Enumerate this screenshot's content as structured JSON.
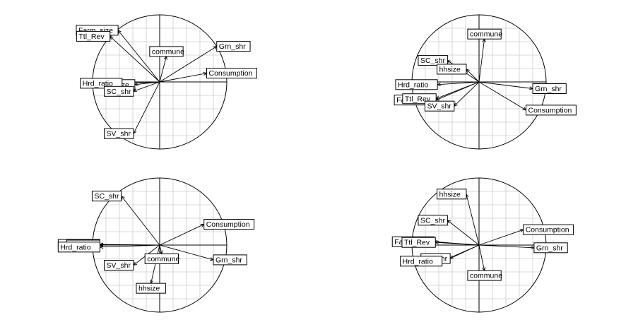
{
  "chart_data": [
    {
      "type": "scatter",
      "variables": [
        {
          "label": "Farm_size",
          "x": -0.62,
          "y": 0.77
        },
        {
          "label": "Ttl_Rev",
          "x": -0.74,
          "y": 0.68
        },
        {
          "label": "commune",
          "x": 0.1,
          "y": 0.38
        },
        {
          "label": "Grn_shr",
          "x": 0.85,
          "y": 0.53
        },
        {
          "label": "Consumption",
          "x": 0.7,
          "y": 0.13
        },
        {
          "label": "hhsize",
          "x": -0.37,
          "y": -0.04
        },
        {
          "label": "Hrd_ratio",
          "x": -0.56,
          "y": -0.02
        },
        {
          "label": "SC_shr",
          "x": -0.39,
          "y": -0.14
        },
        {
          "label": "SV_shr",
          "x": -0.39,
          "y": -0.77
        }
      ]
    },
    {
      "type": "scatter",
      "variables": [
        {
          "label": "commune",
          "x": 0.08,
          "y": 0.64
        },
        {
          "label": "SC_shr",
          "x": -0.47,
          "y": 0.32
        },
        {
          "label": "hhsize",
          "x": -0.19,
          "y": 0.19
        },
        {
          "label": "Hrd_ratio",
          "x": -0.62,
          "y": -0.04
        },
        {
          "label": "Farm_size",
          "x": -0.64,
          "y": -0.27
        },
        {
          "label": "Ttl_Rev",
          "x": -0.64,
          "y": -0.25
        },
        {
          "label": "SV_shr",
          "x": -0.37,
          "y": -0.36
        },
        {
          "label": "Grn_shr",
          "x": 0.8,
          "y": -0.1
        },
        {
          "label": "Consumption",
          "x": 0.7,
          "y": -0.42
        }
      ]
    },
    {
      "type": "scatter",
      "variables": [
        {
          "label": "SC_shr",
          "x": -0.57,
          "y": 0.73
        },
        {
          "label": "Consumption",
          "x": 0.66,
          "y": 0.31
        },
        {
          "label": "Farm_size",
          "x": -0.89,
          "y": 0.01
        },
        {
          "label": "Ttl_Rev",
          "x": -0.89,
          "y": 0.0
        },
        {
          "label": "Hrd_ratio",
          "x": -0.89,
          "y": -0.03
        },
        {
          "label": "commune",
          "x": 0.03,
          "y": -0.13
        },
        {
          "label": "Grn_shr",
          "x": 0.8,
          "y": -0.22
        },
        {
          "label": "SV_shr",
          "x": -0.39,
          "y": -0.3
        },
        {
          "label": "hhsize",
          "x": -0.13,
          "y": -0.57
        }
      ]
    },
    {
      "type": "scatter",
      "variables": [
        {
          "label": "hhsize",
          "x": -0.19,
          "y": 0.76
        },
        {
          "label": "SC_shr",
          "x": -0.47,
          "y": 0.37
        },
        {
          "label": "Consumption",
          "x": 0.66,
          "y": 0.23
        },
        {
          "label": "Farm_size",
          "x": -0.67,
          "y": 0.05
        },
        {
          "label": "Ttl_Rev",
          "x": -0.65,
          "y": 0.04
        },
        {
          "label": "Grn_shr",
          "x": 0.82,
          "y": -0.04
        },
        {
          "label": "SV_shr",
          "x": -0.43,
          "y": -0.2
        },
        {
          "label": "Hrd_ratio",
          "x": -0.55,
          "y": -0.24
        },
        {
          "label": "commune",
          "x": 0.08,
          "y": -0.38
        }
      ]
    }
  ]
}
